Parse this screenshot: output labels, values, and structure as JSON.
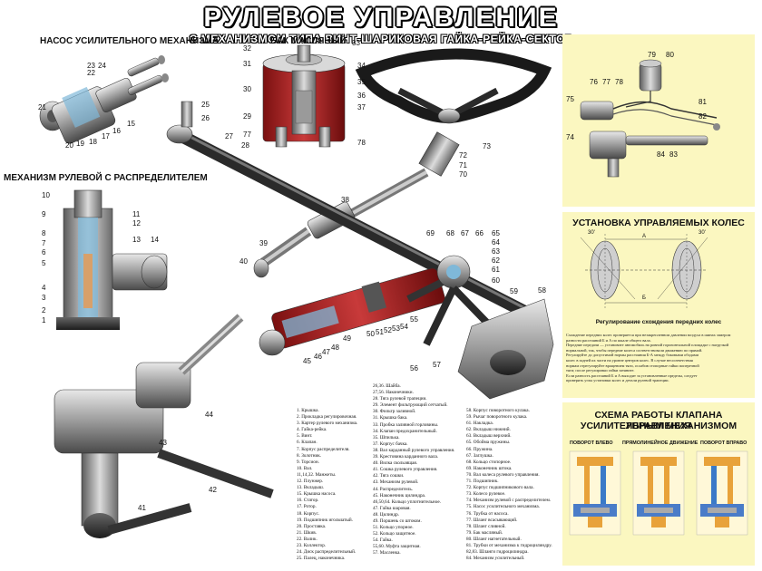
{
  "header": {
    "title": "РУЛЕВОЕ УПРАВЛЕНИЕ",
    "subtitle": "С МЕХАНИЗМОМ ТИПА ВИНТ-ШАРИКОВАЯ ГАЙКА-РЕЙКА-СЕКТОР"
  },
  "sections": {
    "pump": "НАСОС УСИЛИТЕЛЬНОГО МЕХАНИЗМА",
    "tank": "БАК МАСЛЯНЫЙ",
    "mechanism": "МЕХАНИЗМ РУЛЕВОЙ С РАСПРЕДЕЛИТЕЛЕМ"
  },
  "wheels_panel": {
    "title": "УСТАНОВКА УПРАВЛЯЕМЫХ КОЛЕС",
    "caption": "Регулирование схождения передних колес",
    "labels": [
      "30'",
      "30'",
      "A",
      "Б"
    ]
  },
  "valve_panel": {
    "title_line1": "СХЕМА РАБОТЫ КЛАПАНА УПРАВЛЕНИЯ",
    "title_line2": "УСИЛИТЕЛЬНЫМ МЕХАНИЗМОМ",
    "modes": [
      "ПОВОРОТ ВЛЕВО",
      "ПРЯМОЛИНЕЙНОЕ ДВИЖЕНИЕ",
      "ПОВОРОТ ВПРАВО"
    ]
  },
  "callouts": {
    "pump": [
      "22",
      "23",
      "24",
      "21",
      "20",
      "19",
      "18",
      "17",
      "16",
      "15"
    ],
    "tank": [
      "32",
      "33",
      "31",
      "34",
      "30",
      "35",
      "36",
      "29",
      "37",
      "77",
      "78"
    ],
    "rods": [
      "25",
      "26",
      "27",
      "28",
      "73",
      "72",
      "71",
      "70",
      "38",
      "39",
      "40"
    ],
    "mechanism": [
      "10",
      "11",
      "9",
      "12",
      "8",
      "7",
      "13",
      "14",
      "6",
      "5",
      "4",
      "3",
      "2",
      "1"
    ],
    "system": [
      "79",
      "80",
      "76",
      "77",
      "78",
      "75",
      "81",
      "82",
      "74",
      "84",
      "83"
    ],
    "center": [
      "69",
      "68",
      "67",
      "66",
      "65",
      "64",
      "63",
      "62",
      "61",
      "60",
      "59",
      "58",
      "50",
      "51",
      "52",
      "53",
      "54",
      "55",
      "49",
      "48",
      "47",
      "46",
      "45",
      "56",
      "57",
      "44",
      "43",
      "42",
      "41"
    ]
  },
  "legend_col1": [
    "1. Крышка.",
    "2. Прокладка регулировочная.",
    "3. Картер рулевого механизма.",
    "4. Гайка-рейка.",
    "5. Винт.",
    "6. Клапан.",
    "7. Корпус распределителя.",
    "8. Золотник.",
    "9. Торсион.",
    "10. Вал.",
    "11,14,32. Манжеты.",
    "12. Плунжер.",
    "13. Вкладыш.",
    "15. Крышка насоса.",
    "16. Статор.",
    "17. Ротор.",
    "18. Корпус.",
    "19. Подшипник игольчатый.",
    "20. Проставка.",
    "21. Шкив.",
    "22. Валик.",
    "23. Коллектор.",
    "24. Диск распределительный.",
    "25. Палец, наконечника."
  ],
  "legend_col2": [
    "26,36. Шайба.",
    "27,56. Наконечники.",
    "28. Тяга рулевой трапеции.",
    "29. Элемент фильтрующий сетчатый.",
    "30. Фильтр заливной.",
    "31. Крышка бака.",
    "33. Пробка заливной горловины.",
    "34. Клапан предохранительный.",
    "35. Шпилька.",
    "37. Корпус бачка.",
    "38. Вал карданный рулевого управления.",
    "39. Крестовина карданного вала.",
    "40. Вилка скользящая.",
    "41. Сошка рулевого управления.",
    "42. Тяга сошки.",
    "43. Механизм рулевой.",
    "44. Распределитель.",
    "45. Наконечник цилиндра.",
    "46,50,64. Кольцо уплотнительное.",
    "47. Гайка шаровая.",
    "48. Цилиндр.",
    "49. Поршень со штоком.",
    "51. Кольцо упорное.",
    "52. Кольцо защитное.",
    "54. Гайка.",
    "55,60. Муфта защитная.",
    "57. Масленка."
  ],
  "legend_col3": [
    "58. Корпус поворотного кулака.",
    "59. Рычаг поворотного кулака.",
    "61. Накладка.",
    "62. Вкладыш нижний.",
    "63. Вкладыш верхний.",
    "65. Обойма пружины.",
    "66. Пружина.",
    "67. Заглушка.",
    "68. Кольцо стопорное.",
    "69. Наконечник штока.",
    "70. Вал колеса рулевого управления.",
    "71. Подшипник.",
    "72. Корпус подшипникового вала.",
    "73. Колесо рулевое.",
    "74. Механизм рулевой с распределителем.",
    "75. Насос усилительного механизма.",
    "76. Трубка от насоса.",
    "77. Шланг всасывающий.",
    "78. Шланг сливной.",
    "79. Бак масляный.",
    "80. Шланг нагнетательный.",
    "81. Трубки от механизма к гидроцилиндру.",
    "82,83. Шланги гидроцилиндра.",
    "84. Механизм усилительный."
  ],
  "notes": [
    "Схождение передних колес проверяется при незакрепленном давлении воздуха в шинах замером",
    "разности расстояний Б и А по шкале общего вала.",
    "Передние передачи — установите автомобиль на ровной горизонтальной площадке с нагрузкой",
    "нормальной, так, чтобы передние колеса соответствовали движению по прямой.",
    "Регулируйте до допустимой нормы расстояния Б-А между боковыми ободами",
    "колес в задней их части на уровне центров колес. В случае несоответствия",
    "нормам отрегулируйте вращением тяги, ослабив стопорные гайки поперечной",
    "тяги; после регулировки гайки затяните.",
    "Если разность расстояний Б и А выходит за установленные пределы, следует",
    "проверить углы установки колес и детали рулевой трапеции."
  ]
}
